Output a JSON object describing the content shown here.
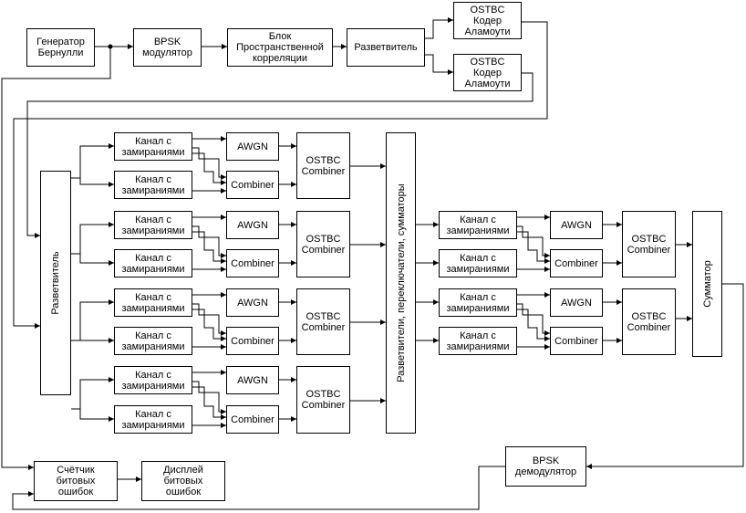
{
  "diagram": {
    "bernoulli": "Генератор\nБернулли",
    "bpsk_mod": "BPSK\nмодулятор",
    "spatial_corr": "Блок\nПространственной\nкорреляции",
    "splitter_top": "Разветвитель",
    "ostbc_encoder_1": "OSTBC\nКодер\nАламоути",
    "ostbc_encoder_2": "OSTBC\nКодер\nАламоути",
    "splitter_left": "Разветвитель",
    "fading_channel": "Канал с\nзамираниями",
    "awgn": "AWGN",
    "combiner": "Combiner",
    "ostbc_combiner": "OSTBC\nCombiner",
    "splitters_switches_adders": "Разветвители, переключатели, сумматоры",
    "summator": "Сумматор",
    "bpsk_demod": "BPSK\nдемодулятор",
    "bit_error_counter": "Счётчик\nбитовых\nошибок",
    "bit_error_display": "Дисплей\nбитовых\nошибок"
  }
}
